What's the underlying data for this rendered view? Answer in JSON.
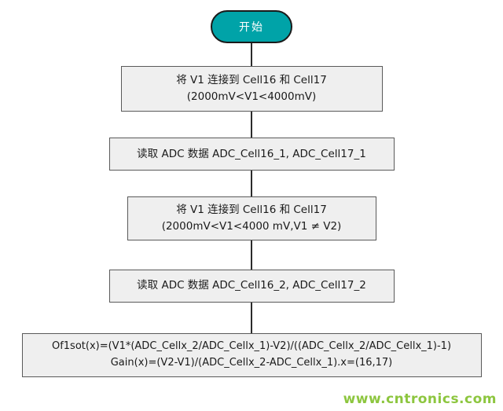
{
  "flowchart": {
    "start_label": "开始",
    "steps": [
      {
        "line1": "将 V1 连接到 Cell16 和 Cell17",
        "line2": "(2000mV<V1<4000mV)"
      },
      {
        "line1": "读取 ADC 数据  ADC_Cell16_1, ADC_Cell17_1",
        "line2": ""
      },
      {
        "line1": "将 V1 连接到 Cell16 和 Cell17",
        "line2": "(2000mV<V1<4000 mV,V1 ≠ V2)"
      },
      {
        "line1": "读取 ADC 数据  ADC_Cell16_2, ADC_Cell17_2",
        "line2": ""
      },
      {
        "line1": "Of1sot(x)=(V1*(ADC_Cellx_2/ADC_Cellx_1)-V2)/((ADC_Cellx_2/ADC_Cellx_1)-1)",
        "line2": "Gain(x)=(V2-V1)/(ADC_Cellx_2-ADC_Cellx_1).x=(16,17)"
      }
    ],
    "watermark": "www.cntronics.com",
    "colors": {
      "start_fill": "#00A3A8",
      "box_fill": "#EFEFEF",
      "box_border": "#5A5A5A",
      "watermark_green": "#8DC63F"
    }
  }
}
